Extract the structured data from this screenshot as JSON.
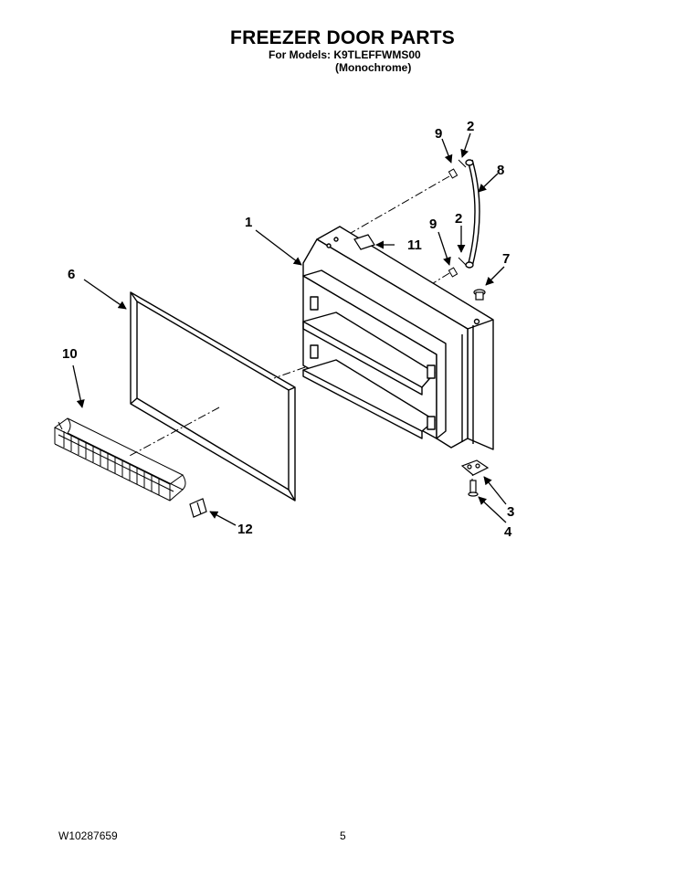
{
  "header": {
    "title": "FREEZER DOOR PARTS",
    "models_line": "For Models: K9TLEFFWMS00",
    "variant": "(Monochrome)"
  },
  "callouts": [
    {
      "id": "c1",
      "label": "1"
    },
    {
      "id": "c2a",
      "label": "2"
    },
    {
      "id": "c2b",
      "label": "2"
    },
    {
      "id": "c3",
      "label": "3"
    },
    {
      "id": "c4",
      "label": "4"
    },
    {
      "id": "c6",
      "label": "6"
    },
    {
      "id": "c7",
      "label": "7"
    },
    {
      "id": "c8",
      "label": "8"
    },
    {
      "id": "c9a",
      "label": "9"
    },
    {
      "id": "c9b",
      "label": "9"
    },
    {
      "id": "c10",
      "label": "10"
    },
    {
      "id": "c11",
      "label": "11"
    },
    {
      "id": "c12",
      "label": "12"
    }
  ],
  "footer": {
    "document_number": "W10287659",
    "page_number": "5"
  }
}
